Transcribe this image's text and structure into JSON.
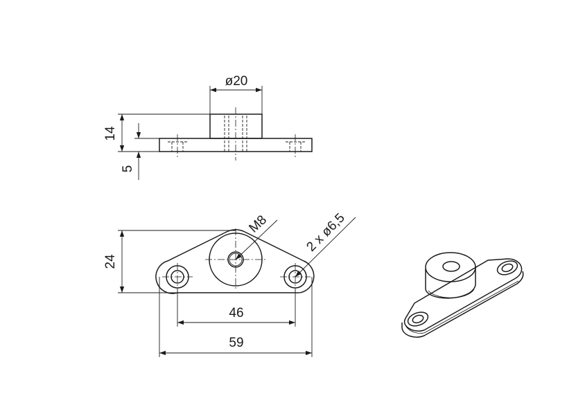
{
  "dimensions": {
    "side_view": {
      "collar_diameter": "ø20",
      "total_height": "14",
      "base_thickness": "5"
    },
    "top_view": {
      "thread": "M8",
      "holes": "2 x ø6,5",
      "height": "24",
      "hole_spacing": "46",
      "overall_length": "59"
    }
  },
  "colors": {
    "line": "#1a1a1a",
    "background": "#ffffff"
  }
}
